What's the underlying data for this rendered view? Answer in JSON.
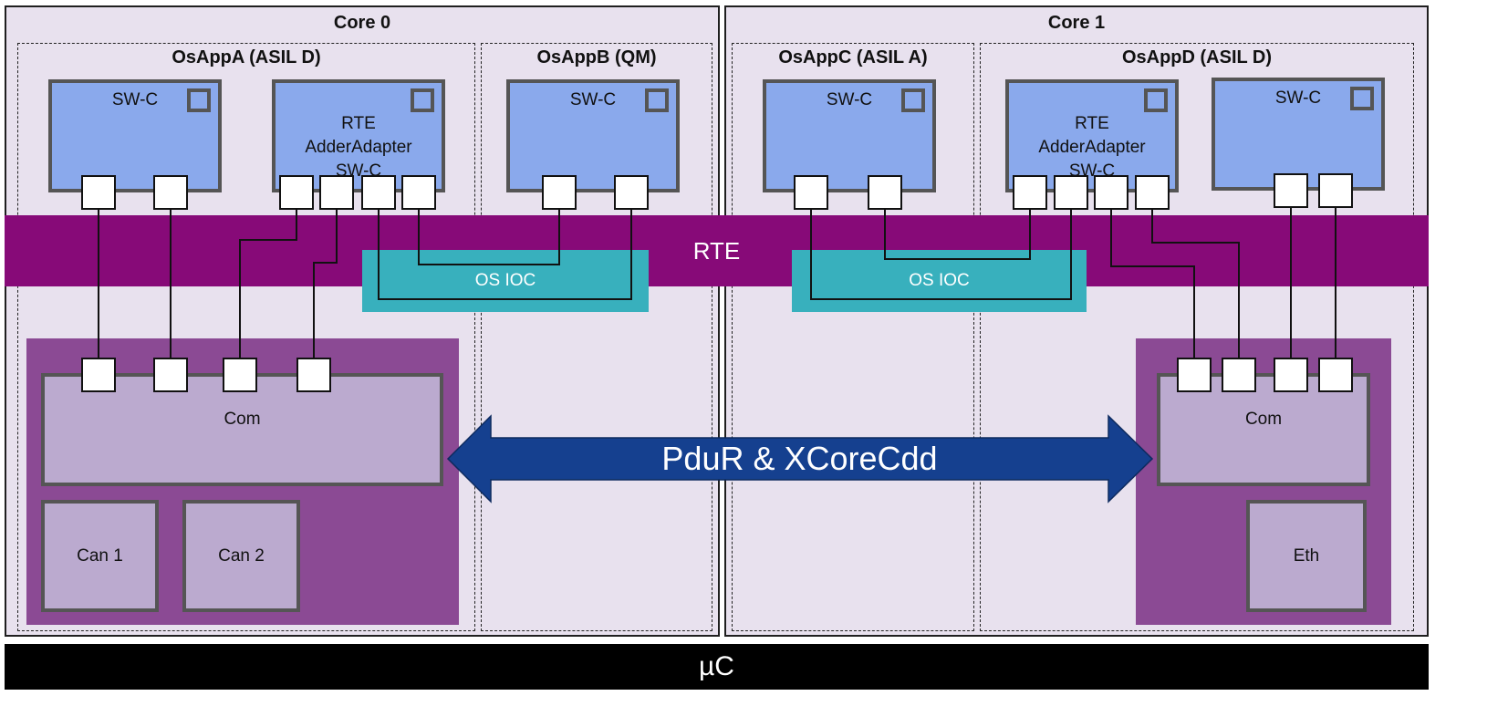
{
  "cores": [
    {
      "title": "Core 0"
    },
    {
      "title": "Core 1"
    }
  ],
  "apps": {
    "a": "OsAppA (ASIL D)",
    "b": "OsAppB (QM)",
    "c": "OsAppC (ASIL A)",
    "d": "OsAppD (ASIL D)"
  },
  "swcs": {
    "a1": "SW-C",
    "a2": "RTE\nAdderAdapter\nSW-C",
    "b1": "SW-C",
    "c1": "SW-C",
    "d1": "RTE\nAdderAdapter\nSW-C",
    "d2": "SW-C"
  },
  "rte_label": "RTE",
  "ioc_labels": [
    "OS IOC",
    "OS IOC"
  ],
  "modules": {
    "com_left": "Com",
    "can1": "Can 1",
    "can2": "Can 2",
    "com_right": "Com",
    "eth": "Eth"
  },
  "pdur_label": "PduR & XCoreCdd",
  "colors": {
    "core_bg": "#e8e1ee",
    "swc_fill": "#8aa9ec",
    "rte": "#870a78",
    "ioc": "#38b0bd",
    "bsw": "#8b4a94",
    "module": "#bbaacf",
    "arrow": "#15408f",
    "uc": "#000000"
  },
  "uc_label": "µC"
}
